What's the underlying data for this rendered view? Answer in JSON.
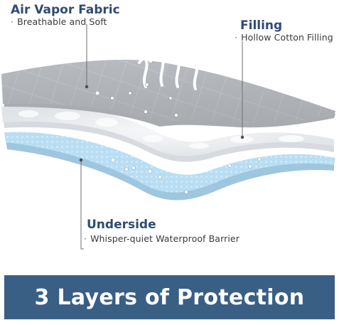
{
  "labels": {
    "top": {
      "title": "Air Vapor Fabric",
      "subtitle": "Breathable and Soft"
    },
    "middle": {
      "title": "Filling",
      "subtitle": "Hollow Cotton Filling"
    },
    "bottom": {
      "title": "Underside",
      "subtitle": "Whisper-quiet Waterproof Barrier"
    }
  },
  "banner": {
    "text": "3 Layers of Protection"
  },
  "colors": {
    "title_color": "#2f4b73",
    "banner_bg": "#3a5f85",
    "fabric_gray": "#b9bcc0",
    "filling_white": "#eef0f2",
    "underside_blue": "#b7dcf2",
    "callout_line": "#6f6f6f"
  },
  "icons": {
    "vapor": "vapor-arrows-icon",
    "droplets": "water-droplet-icon"
  }
}
